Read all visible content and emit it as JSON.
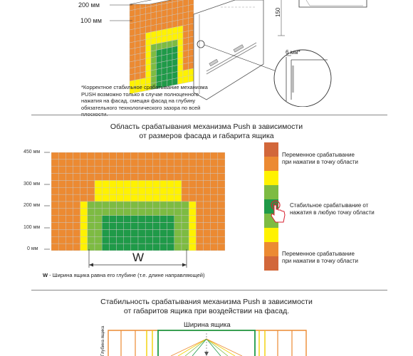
{
  "top": {
    "label_200": "200 мм",
    "label_100": "100 мм",
    "label_150": "150",
    "label_6mm": "6 мм*",
    "footnote": "*Корректное стабильное срабатывание механизма PUSH возможно только в случае полноценного нажатия на фасад, смещая фасад на глубину обязательного технологического зазора по всей плоскости."
  },
  "section2": {
    "title_line1": "Область срабатывания механизма Push в зависимости",
    "title_line2": "от размеров фасада и габарита ящика",
    "y_ticks": [
      "450 мм",
      "300 мм",
      "200 мм",
      "100 мм",
      "0 мм"
    ],
    "width_label": "W",
    "width_note_bold": "W",
    "width_note": " - Ширина ящика равна его глубине (т.е. длине направляющей)"
  },
  "legend": {
    "variable_top_1": "Переменное срабатывание",
    "variable_top_2": "при нажатии в точку области",
    "stable_1": "Стабильное срабатывание от",
    "stable_2": "нажатия в любую точку области",
    "variable_bottom_1": "Переменное срабатывание",
    "variable_bottom_2": "при нажатии в точку области"
  },
  "section3": {
    "title_line1": "Стабильность срабатывания механизма Push в зависимости",
    "title_line2": "от габаритов ящика при воздействии на фасад.",
    "box_width_label": "Ширина ящика",
    "side_label": "Глубина ящика"
  },
  "colors": {
    "orange": "#ec8a32",
    "dark_orange": "#d2673a",
    "yellow": "#fff200",
    "light_green": "#7dbb42",
    "green": "#1f9a48",
    "dark_green": "#10873f",
    "grid": "#c9c9c9"
  }
}
